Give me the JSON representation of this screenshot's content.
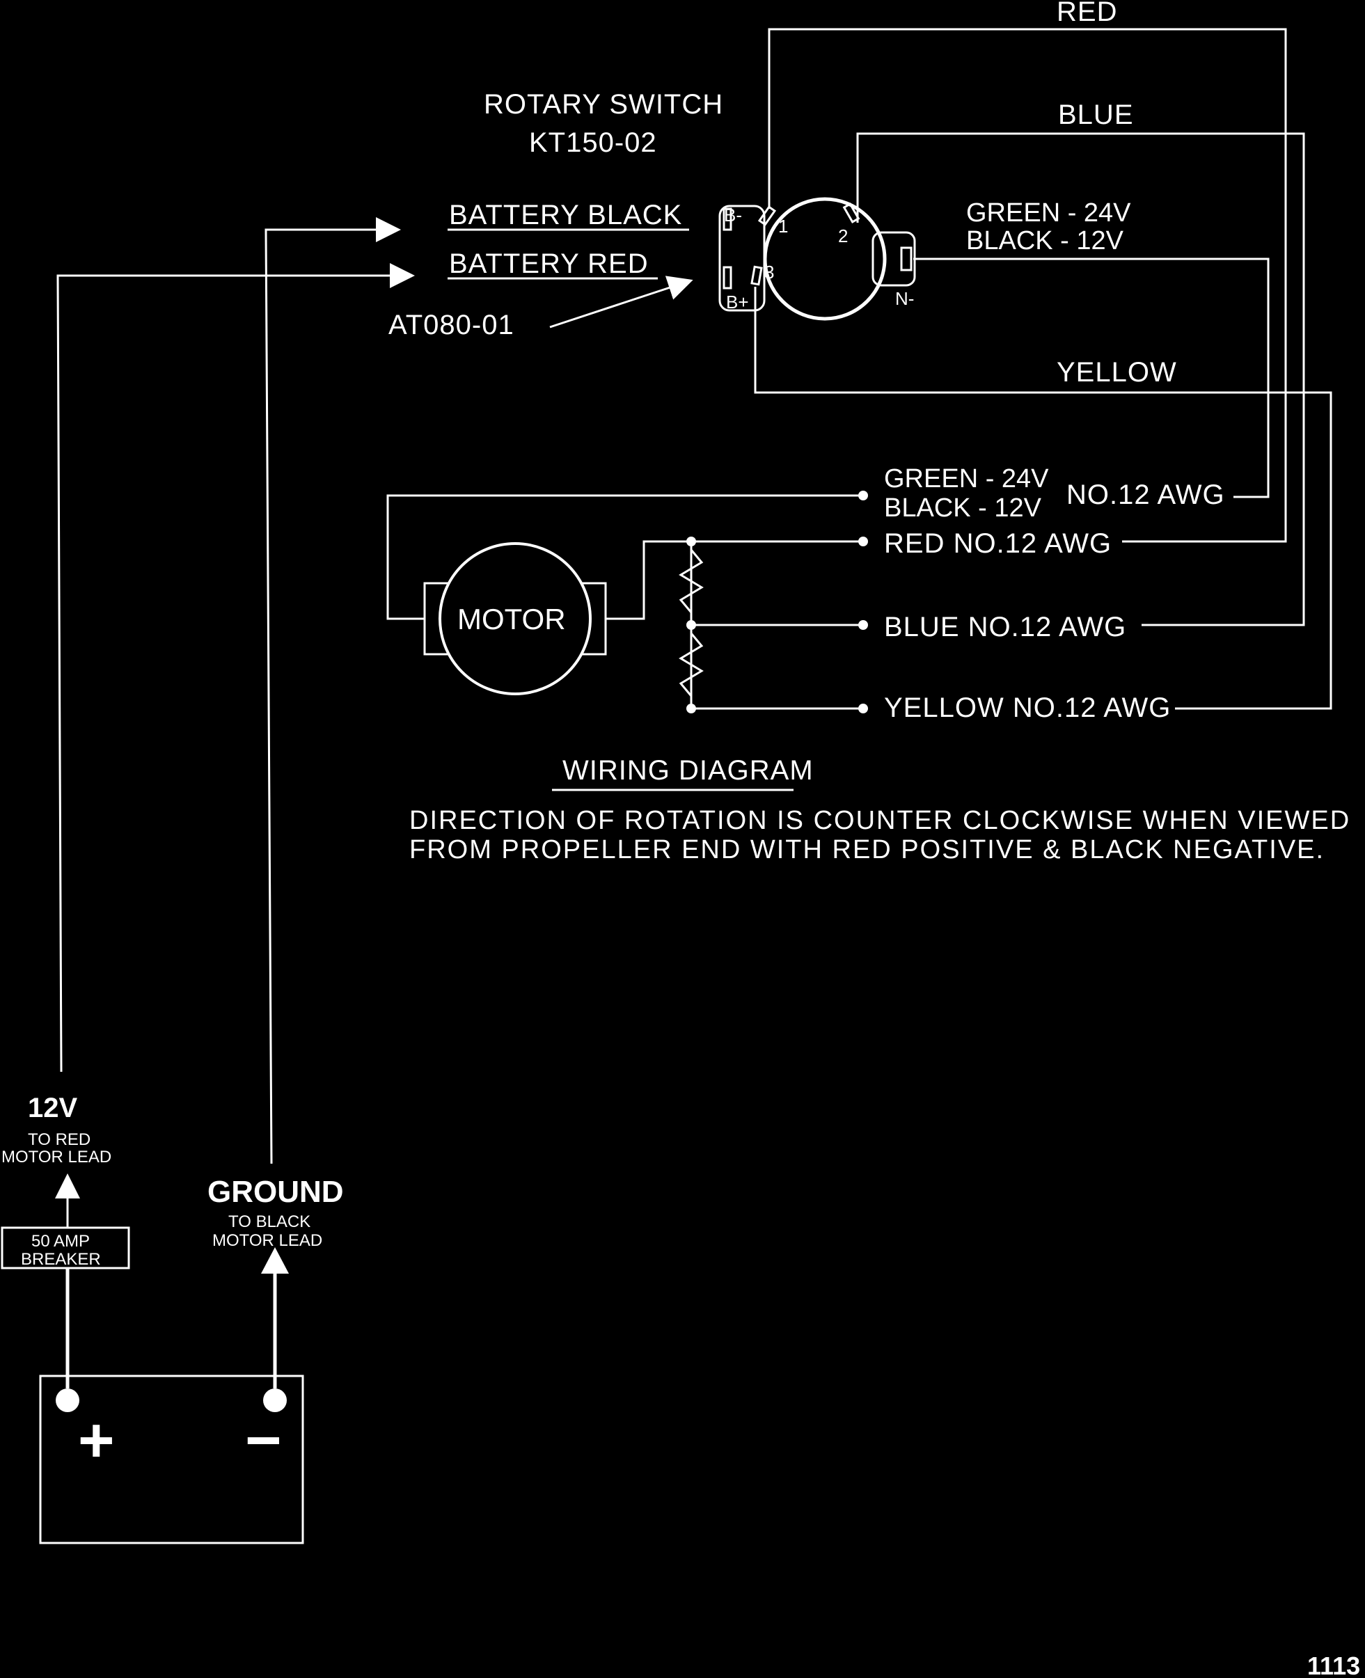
{
  "wire_labels": {
    "red": "RED",
    "blue": "BLUE",
    "yellow": "YELLOW",
    "green_24v": "GREEN - 24V",
    "black_12v": "BLACK - 12V"
  },
  "switch": {
    "title_line1": "ROTARY SWITCH",
    "title_line2": "KT150-02",
    "terminal_b_neg": "B-",
    "terminal_b_pos": "B+",
    "terminal_n_neg": "N-",
    "pin_1": "1",
    "pin_2": "2",
    "pin_3": "3",
    "part_number": "AT080-01"
  },
  "battery_leads": {
    "black": "BATTERY BLACK",
    "red": "BATTERY RED"
  },
  "motor": {
    "label": "MOTOR",
    "lead_green": "GREEN - 24V",
    "lead_black": "BLACK - 12V",
    "lead_black_awg": "NO.12 AWG",
    "lead_red": "RED NO.12 AWG",
    "lead_blue": "BLUE NO.12 AWG",
    "lead_yellow": "YELLOW NO.12 AWG"
  },
  "caption": {
    "title": "WIRING DIAGRAM",
    "line1": "DIRECTION OF ROTATION IS COUNTER CLOCKWISE WHEN VIEWED",
    "line2": "FROM PROPELLER END WITH RED POSITIVE & BLACK NEGATIVE."
  },
  "power": {
    "v12": "12V",
    "v12_sub1": "TO RED",
    "v12_sub2": "MOTOR LEAD",
    "breaker1": "50 AMP",
    "breaker2": "BREAKER",
    "ground": "GROUND",
    "ground_sub1": "TO BLACK",
    "ground_sub2": "MOTOR LEAD",
    "battery_plus": "+",
    "battery_minus": "−"
  },
  "figure_number": "1113"
}
